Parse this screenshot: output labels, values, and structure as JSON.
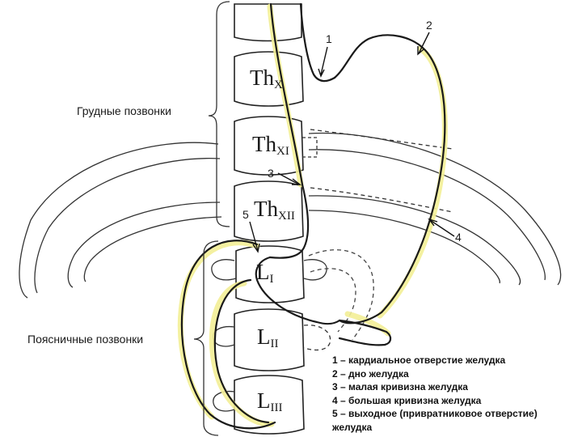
{
  "labels": {
    "thoracic": "Грудные позвонки",
    "lumbar": "Поясничные позвонки"
  },
  "markers": {
    "m1": "1",
    "m2": "2",
    "m3": "3",
    "m4": "4",
    "m5": "5"
  },
  "vertebrae": [
    {
      "main": "Th",
      "sub": "X"
    },
    {
      "main": "Th",
      "sub": "XI"
    },
    {
      "main": "Th",
      "sub": "XII"
    },
    {
      "main": "L",
      "sub": "I"
    },
    {
      "main": "L",
      "sub": "II"
    },
    {
      "main": "L",
      "sub": "III"
    }
  ],
  "legend": [
    "1 – кардиальное отверстие желудка",
    "2 – дно желудка",
    "3 – малая кривизна желудка",
    "4 – большая кривизна желудка",
    "5 – выходное (привратниковое отверстие)",
    "желудка"
  ],
  "colors": {
    "line": "#222222",
    "stomach": "#1a1a1a",
    "highlight": "#f3ef96"
  }
}
